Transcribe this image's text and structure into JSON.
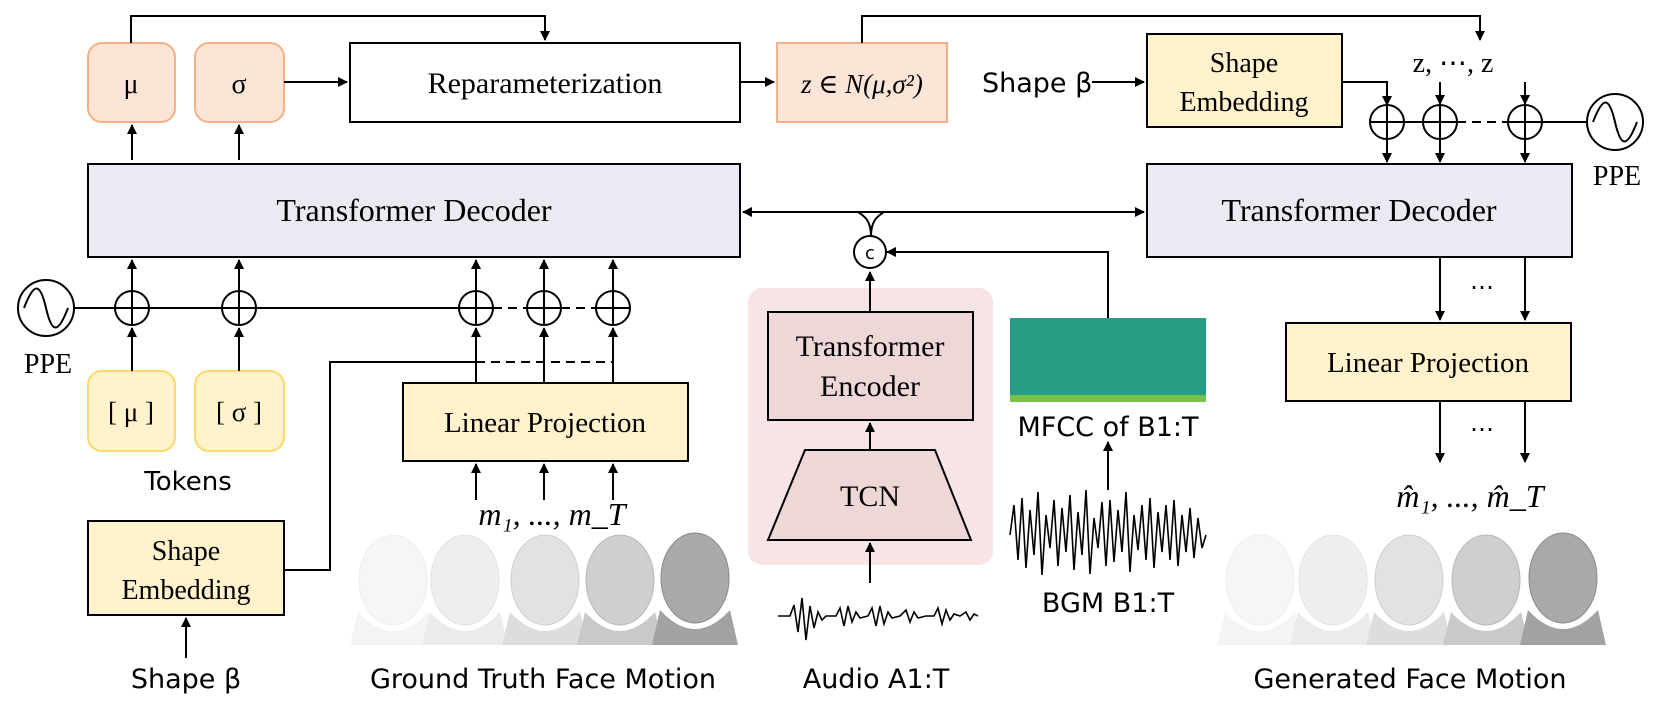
{
  "blocks": {
    "mu": "μ",
    "sigma": "σ",
    "reparam": "Reparameterization",
    "z_dist": "z ∈ N(μ,σ²)",
    "tf_decoder_left": "Transformer Decoder",
    "tf_decoder_right": "Transformer Decoder",
    "shape_embed_top_1": "Shape",
    "shape_embed_top_2": "Embedding",
    "shape_embed_bottom_1": "Shape",
    "shape_embed_bottom_2": "Embedding",
    "linproj_left": "Linear Projection",
    "linproj_right": "Linear Projection",
    "tf_encoder_1": "Transformer",
    "tf_encoder_2": "Encoder",
    "tcn": "TCN",
    "token_mu": "[ μ ]",
    "token_sigma": "[ σ ]",
    "concat": "c"
  },
  "labels": {
    "shape_top": "Shape β",
    "z_seq": "z, ⋯, z",
    "ppe_left": "PPE",
    "ppe_right": "PPE",
    "tokens": "Tokens",
    "shape_bottom": "Shape β",
    "m_seq": "m₁, ..., m_T",
    "m_hat_seq": "m̂₁, ..., m̂_T",
    "mfcc": "MFCC of B1:T",
    "bgm": "BGM B1:T",
    "audio": "Audio A1:T",
    "gt_motion": "Ground Truth Face Motion",
    "gen_motion": "Generated Face Motion",
    "dots_1": "⋯",
    "dots_2": "⋯"
  },
  "colors": {
    "orange_fill": "#fce4d6",
    "orange_stroke": "#f4b183",
    "yellow_fill": "#fff2cc",
    "yellow_stroke": "#ffd966",
    "decoder_fill": "#ebe9f1",
    "encoder_panel": "#f7e4e4",
    "encoder_block": "#eed7d7",
    "mfcc_fill": "#2a9d87"
  }
}
